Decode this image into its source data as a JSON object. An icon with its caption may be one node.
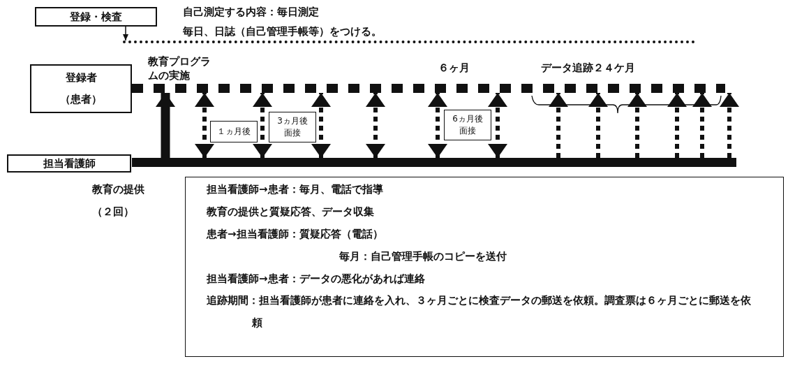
{
  "diagram": {
    "nodes": [
      {
        "text": [
          "登録・検査"
        ]
      },
      {
        "text": [],
        "shape": "line"
      },
      {
        "text": [
          "登録者（患者）"
        ]
      },
      {
        "text": [],
        "shape": "bar"
      },
      {
        "text": [
          "１ヵ月後"
        ]
      },
      {
        "text": [
          "3ヵ月後面接"
        ]
      },
      {
        "text": [
          "6ヵ月後面接"
        ]
      },
      {
        "text": [
          "担当看護師"
        ]
      },
      {
        "text": [],
        "shape": "bar"
      },
      {
        "text": [
          "担当看護師→患者：毎月、電話で指導",
          "教育の提供と質疑応答、データ収集",
          "患者→担当看護師：質疑応答（電話）",
          "毎月：自己管理手帳のコピーを送付",
          "担当看護師→患者：データの悪化があれば連絡",
          "追跡期間：担当看護師が患者に連絡を入れ、３ヶ月ごとに検査データの郵送を依頼。調査票は６ヶ月ごとに郵送を依頼"
        ]
      }
    ],
    "edges": [
      {
        "from": 0,
        "to": 1,
        "arrow": "to"
      },
      {
        "from": 8,
        "to": 3,
        "arrow": "to",
        "style": "thick"
      },
      {
        "from": 8,
        "to": 3,
        "arrow": "both",
        "style": "dashed"
      },
      {
        "from": 8,
        "to": 3,
        "arrow": "both",
        "style": "dashed"
      },
      {
        "from": 8,
        "to": 3,
        "arrow": "both",
        "style": "dashed"
      },
      {
        "from": 8,
        "to": 3,
        "arrow": "both",
        "style": "dashed"
      },
      {
        "from": 8,
        "to": 3,
        "arrow": "both",
        "style": "dashed"
      },
      {
        "from": 8,
        "to": 3,
        "arrow": "both",
        "style": "dashed"
      },
      {
        "from": 8,
        "to": 3,
        "arrow": "to",
        "style": "dashed"
      },
      {
        "from": 8,
        "to": 3,
        "arrow": "to",
        "style": "dashed"
      },
      {
        "from": 8,
        "to": 3,
        "arrow": "to",
        "style": "dashed"
      },
      {
        "from": 8,
        "to": 3,
        "arrow": "to",
        "style": "dashed"
      },
      {
        "from": 8,
        "to": 3,
        "arrow": "to",
        "style": "dashed"
      },
      {
        "from": 8,
        "to": 3,
        "arrow": "to",
        "style": "dashed"
      }
    ],
    "labels": [
      "自己測定する内容：毎日測定",
      "毎日、日誌（自己管理手帳等）をつける。",
      "教育プログラムの実施",
      "６ヶ月",
      "データ追跡２４ケ月",
      "教育の提供（２回）"
    ]
  }
}
